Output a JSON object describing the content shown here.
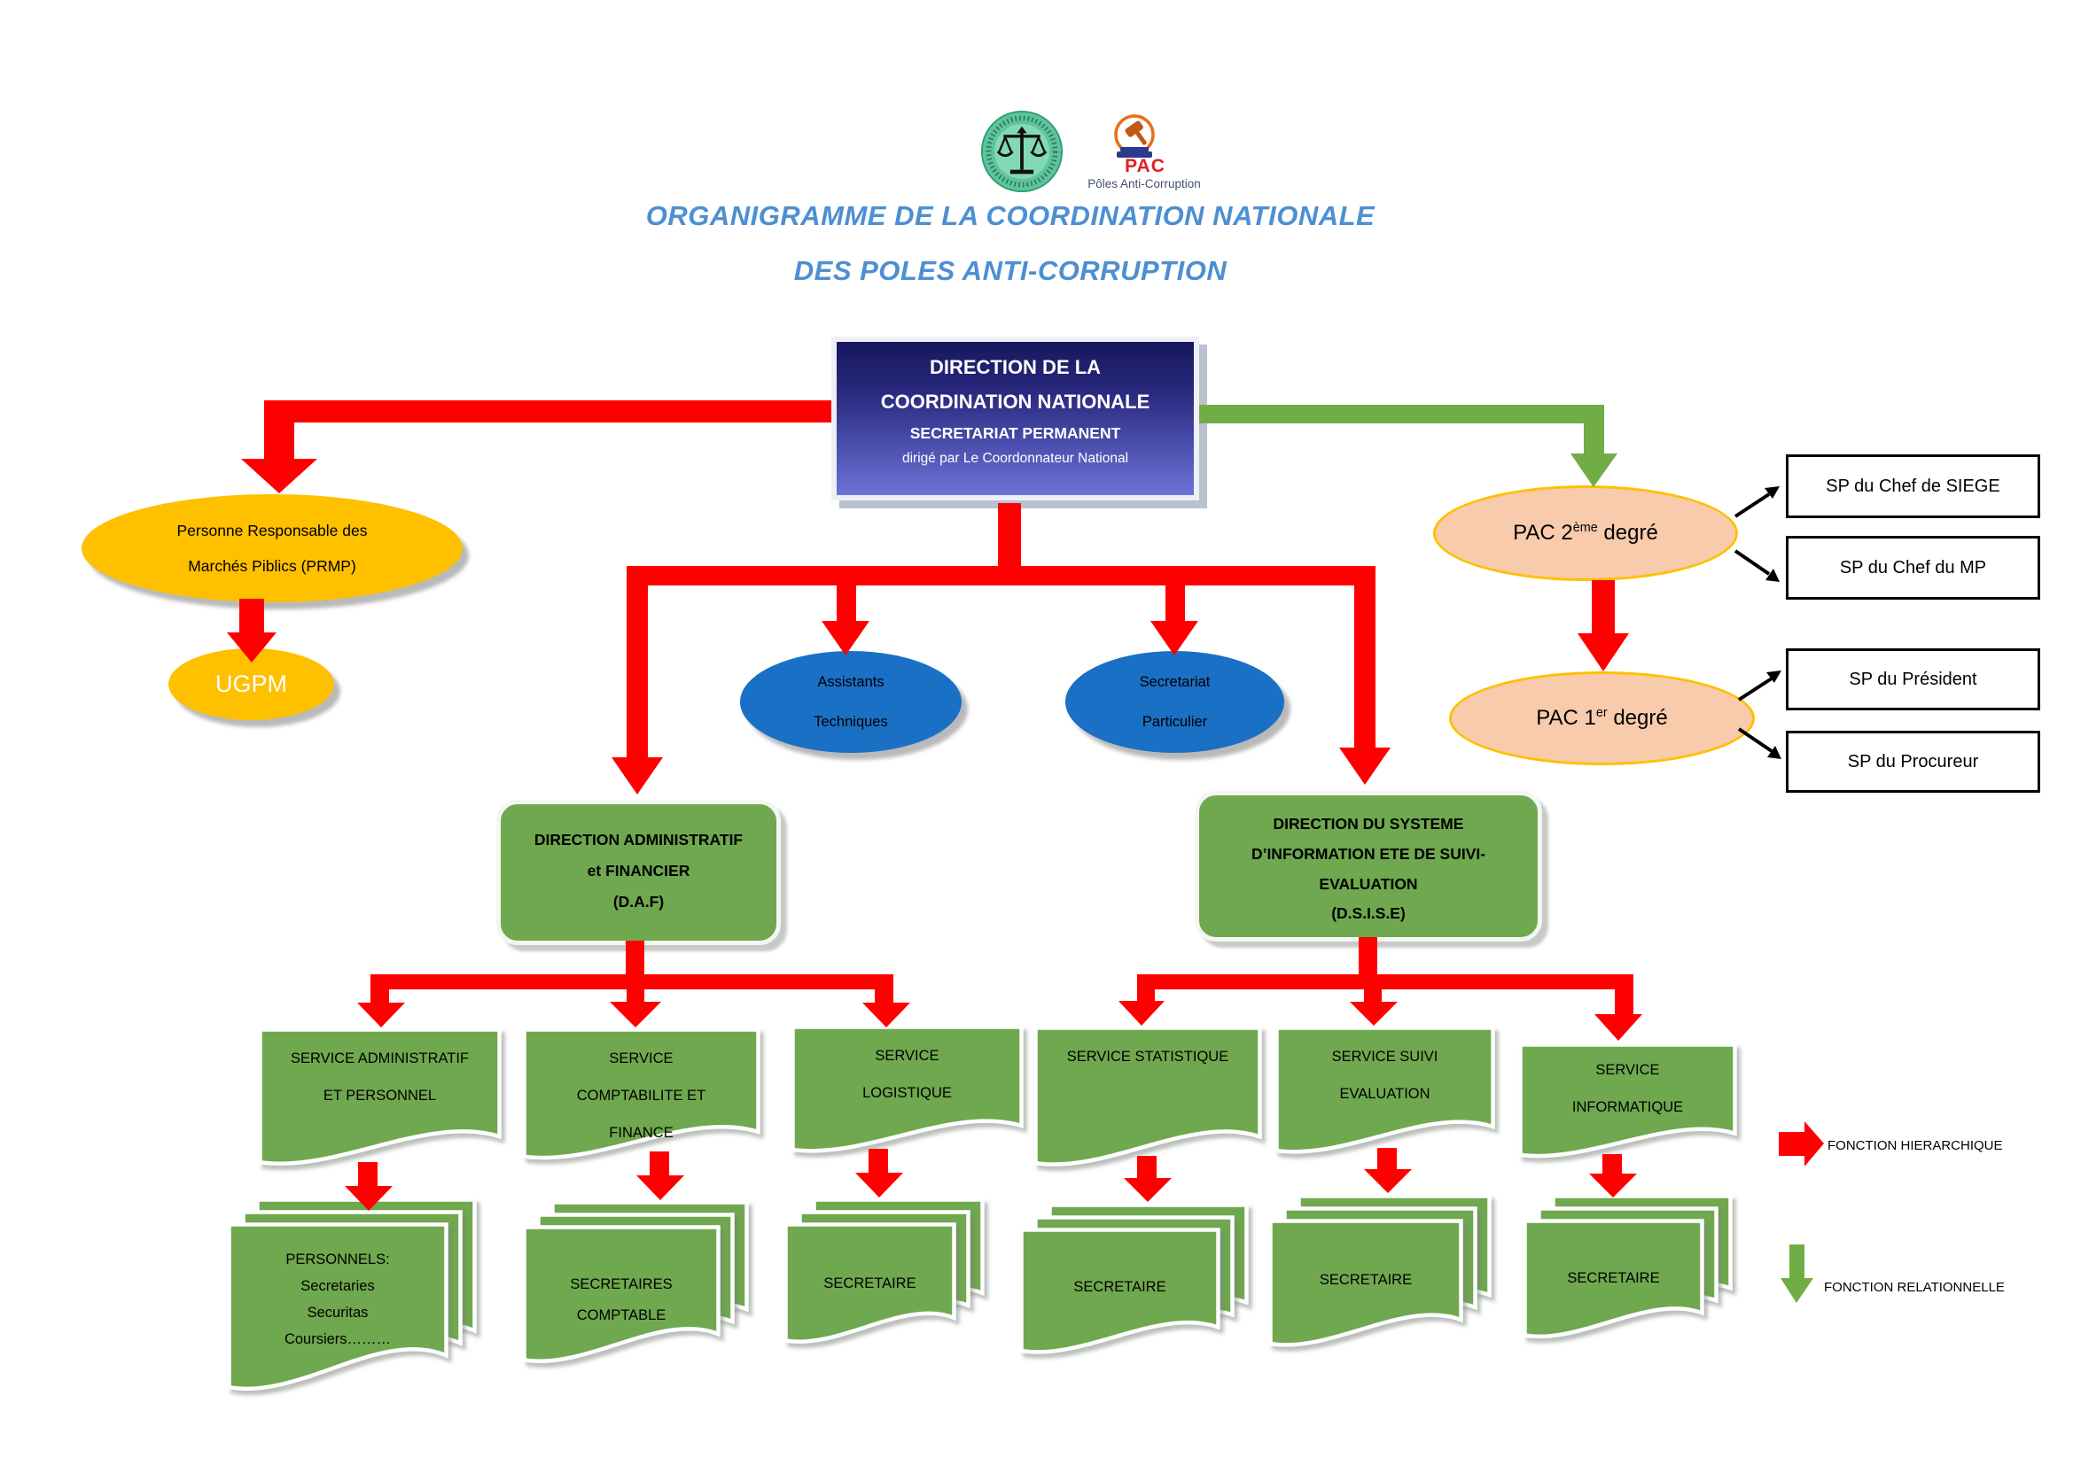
{
  "colors": {
    "red": "#FF0000",
    "green": "#70AD47",
    "yellow": "#FFC000",
    "blue": "#1A70C5",
    "peach": "#F8CBAD",
    "navy_top": "#17175E",
    "navy_bottom": "#6D72D6",
    "title_blue": "#4D8FD1",
    "doc_green": "#6FA84E"
  },
  "icons": {
    "left_logo": "scales-of-justice-logo",
    "right_logo": "gavel-pac-logo"
  },
  "header": {
    "pac_acronym": "PAC",
    "pac_caption": "Pôles Anti-Corruption",
    "title_line1": "ORGANIGRAMME DE LA COORDINATION NATIONALE",
    "title_line2": "DES POLES ANTI-CORRUPTION"
  },
  "direction": {
    "line1": "DIRECTION DE LA",
    "line2": "COORDINATION NATIONALE",
    "line3": "SECRETARIAT PERMANENT",
    "line4": "dirigé par Le Coordonnateur National"
  },
  "prmp": {
    "line1": "Personne Responsable des",
    "line2": "Marchés Piblics (PRMP)"
  },
  "ugpm": {
    "label": "UGPM"
  },
  "assistants": {
    "line1": "Assistants",
    "line2": "Techniques"
  },
  "secretariat_particulier": {
    "line1": "Secretariat",
    "line2": "Particulier"
  },
  "pac2": {
    "text": "PAC 2",
    "sup": "ème",
    "tail": " degré"
  },
  "pac1": {
    "text": "PAC 1",
    "sup": "er",
    "tail": " degré"
  },
  "sp_boxes": {
    "siege": "SP du Chef de SIEGE",
    "mp": "SP du Chef  du MP",
    "president": "SP du Président",
    "procureur": "SP du Procureur"
  },
  "daf": {
    "line1": "DIRECTION ADMINISTRATIF",
    "line2": "et FINANCIER",
    "line3": "(D.A.F)"
  },
  "dsise": {
    "line1": "DIRECTION DU SYSTEME",
    "line2": "D’INFORMATION ETE DE SUIVI-",
    "line3": "EVALUATION",
    "line4": "(D.S.I.S.E)"
  },
  "services": [
    {
      "lines": [
        "SERVICE ADMINISTRATIF",
        "ET PERSONNEL"
      ]
    },
    {
      "lines": [
        "SERVICE",
        "COMPTABILITE ET",
        "FINANCE"
      ]
    },
    {
      "lines": [
        "SERVICE",
        "LOGISTIQUE"
      ]
    },
    {
      "lines": [
        "SERVICE STATISTIQUE"
      ]
    },
    {
      "lines": [
        "SERVICE SUIVI",
        "EVALUATION"
      ]
    },
    {
      "lines": [
        "SERVICE",
        "INFORMATIQUE"
      ]
    }
  ],
  "staff": [
    {
      "lines": [
        "PERSONNELS:",
        "Secretaries",
        "Securitas",
        "Coursiers………"
      ]
    },
    {
      "lines": [
        "SECRETAIRES",
        "COMPTABLE"
      ]
    },
    {
      "lines": [
        "SECRETAIRE"
      ]
    },
    {
      "lines": [
        "SECRETAIRE"
      ]
    },
    {
      "lines": [
        "SECRETAIRE"
      ]
    },
    {
      "lines": [
        "SECRETAIRE"
      ]
    }
  ],
  "legend": {
    "hierarchique": "FONCTION HIERARCHIQUE",
    "relationnelle": "FONCTION RELATIONNELLE"
  }
}
